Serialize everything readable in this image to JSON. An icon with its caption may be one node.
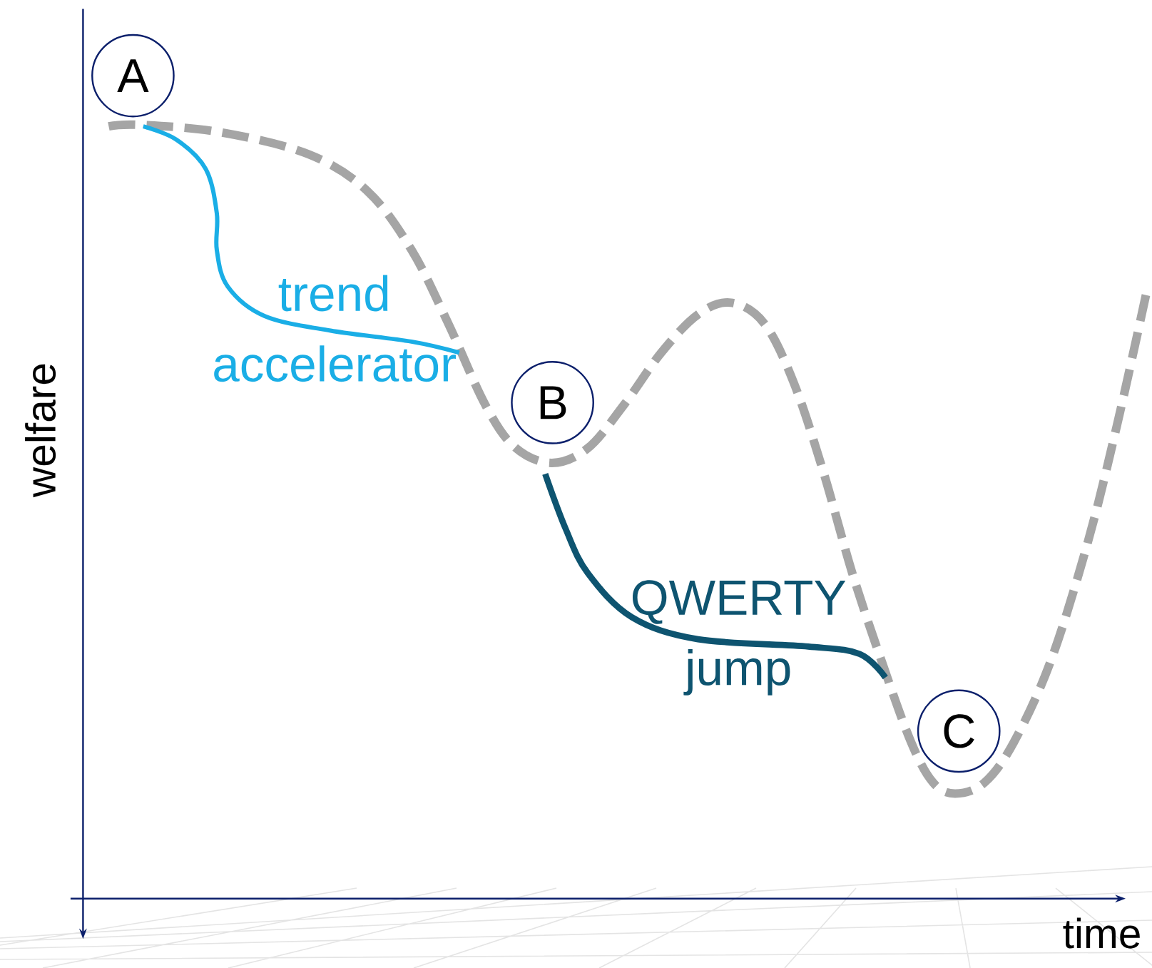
{
  "diagram": {
    "nodes": [
      {
        "text": [
          "A"
        ]
      },
      {
        "text": [
          "B"
        ]
      },
      {
        "text": [
          "C"
        ]
      }
    ],
    "labels": [
      "trend accelerator",
      "QWERTY jump",
      "welfare",
      "time"
    ]
  }
}
